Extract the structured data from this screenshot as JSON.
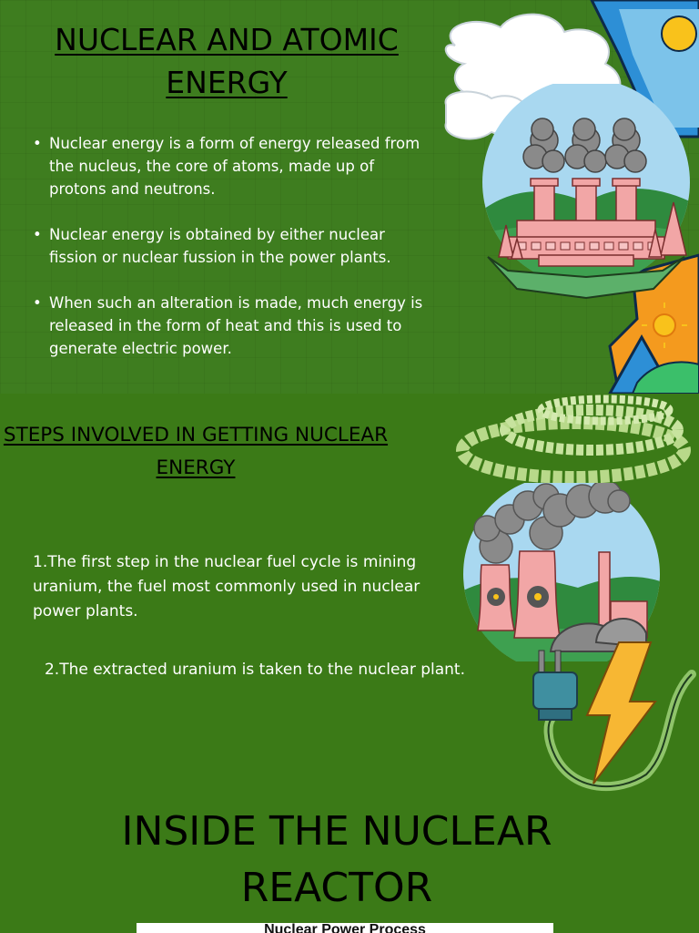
{
  "slide1": {
    "title": "NUCLEAR AND ATOMIC ENERGY",
    "bullets": [
      "Nuclear energy is a form of energy released from the nucleus, the core of atoms, made up of protons and neutrons.",
      "Nuclear energy is obtained by either nuclear fission or nuclear fussion in the power plants.",
      "When such an alteration is made, much energy is released in the form of heat and this is used to generate electric power."
    ],
    "bullet_symbol": "•"
  },
  "slide2": {
    "title": "STEPS  INVOLVED  IN GETTING NUCLEAR ENERGY",
    "steps": [
      {
        "number": "1.",
        "text": "The first step in the nuclear fuel cycle is mining uranium, the fuel most commonly used in nuclear power plants."
      },
      {
        "number": "2.",
        "text": "The extracted uranium is taken to the nuclear plant."
      }
    ]
  },
  "slide3": {
    "title": "INSIDE THE NUCLEAR REACTOR",
    "card_caption": "Nuclear Power Process"
  },
  "colors": {
    "background_green": "#3b7a17",
    "title_text": "#000000",
    "body_text": "#ffffff",
    "factory_pink": "#f2a6a6",
    "smoke_grey": "#8a8a8a",
    "sky_blue": "#a9d8f0",
    "sun_yellow": "#f9c21b",
    "bolt_orange": "#f7b733",
    "plug_teal": "#3f8fa0",
    "orange_panel": "#f49a1e"
  },
  "icons": [
    "power-plant-illustration",
    "cooling-tower-illustration",
    "plug-icon",
    "lightning-bolt-icon",
    "sun-icon",
    "cloud-swirl"
  ]
}
